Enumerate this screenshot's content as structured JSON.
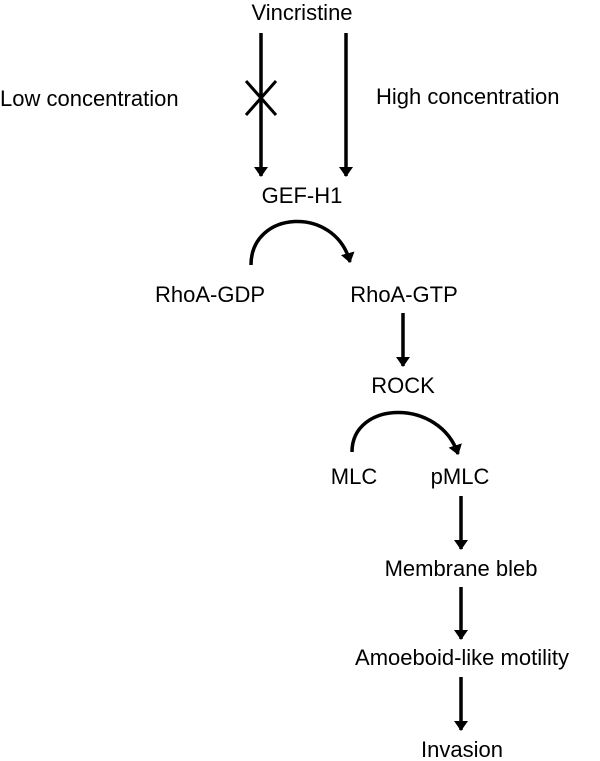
{
  "nodes": {
    "vincristine": "Vincristine",
    "low_concentration": "Low concentration",
    "high_concentration": "High concentration",
    "gef_h1": "GEF-H1",
    "rhoa_gdp": "RhoA-GDP",
    "rhoa_gtp": "RhoA-GTP",
    "rock": "ROCK",
    "mlc": "MLC",
    "pmlc": "pMLC",
    "membrane_bleb": "Membrane bleb",
    "amoeboid_motility": "Amoeboid-like motility",
    "invasion": "Invasion"
  },
  "colors": {
    "ink": "#000000",
    "background": "#ffffff"
  }
}
